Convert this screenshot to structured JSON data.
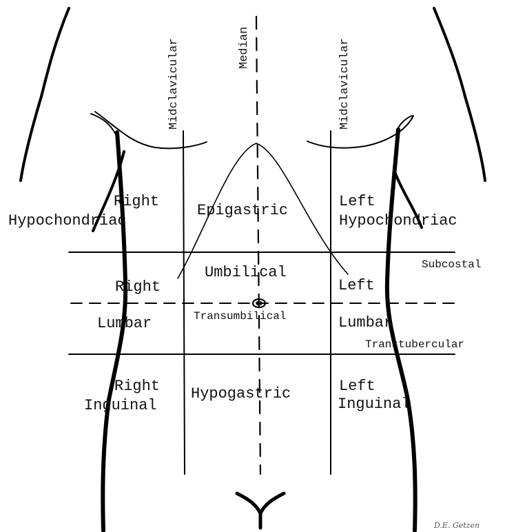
{
  "lines": {
    "midclavicular_left": "Midclavicular",
    "midclavicular_right": "Midclavicular",
    "median": "Median",
    "subcostal": "Subcostal",
    "transumbilical": "Transumbilical",
    "transtubercular": "Transtubercular"
  },
  "regions": {
    "right_hypochondriac": [
      "Right",
      "Hypochondriac"
    ],
    "epigastric": "Epigastric",
    "left_hypochondriac": [
      "Left",
      "Hypochondriac"
    ],
    "right_lumbar": [
      "Right",
      "Lumbar"
    ],
    "umbilical": "Umbilical",
    "left_lumbar": [
      "Left",
      "Lumbar"
    ],
    "right_inguinal": [
      "Right",
      "Inguinal"
    ],
    "hypogastric": "Hypogastric",
    "left_inguinal": [
      "Left",
      "Inguinal"
    ]
  },
  "signature": "D.E. Getzen"
}
